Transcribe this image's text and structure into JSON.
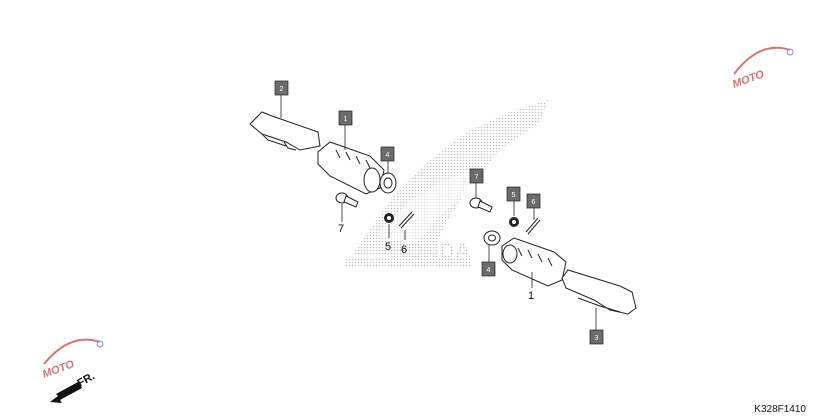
{
  "diagram": {
    "part_code": "K328F1410",
    "direction_label": "FR.",
    "callouts": [
      "2",
      "1",
      "4",
      "7",
      "5",
      "6",
      "4",
      "3"
    ],
    "labels": [
      "7",
      "5",
      "6",
      "1"
    ]
  },
  "watermarks": {
    "brand_mark": "HONDA",
    "logo_text": "MOTO"
  },
  "colors": {
    "callout_fill": "#6b6b6b",
    "line": "#222222",
    "watermark_dot": "#b4b4b4",
    "logo_red": "#cc4444",
    "logo_blue": "#5a6fb0"
  }
}
